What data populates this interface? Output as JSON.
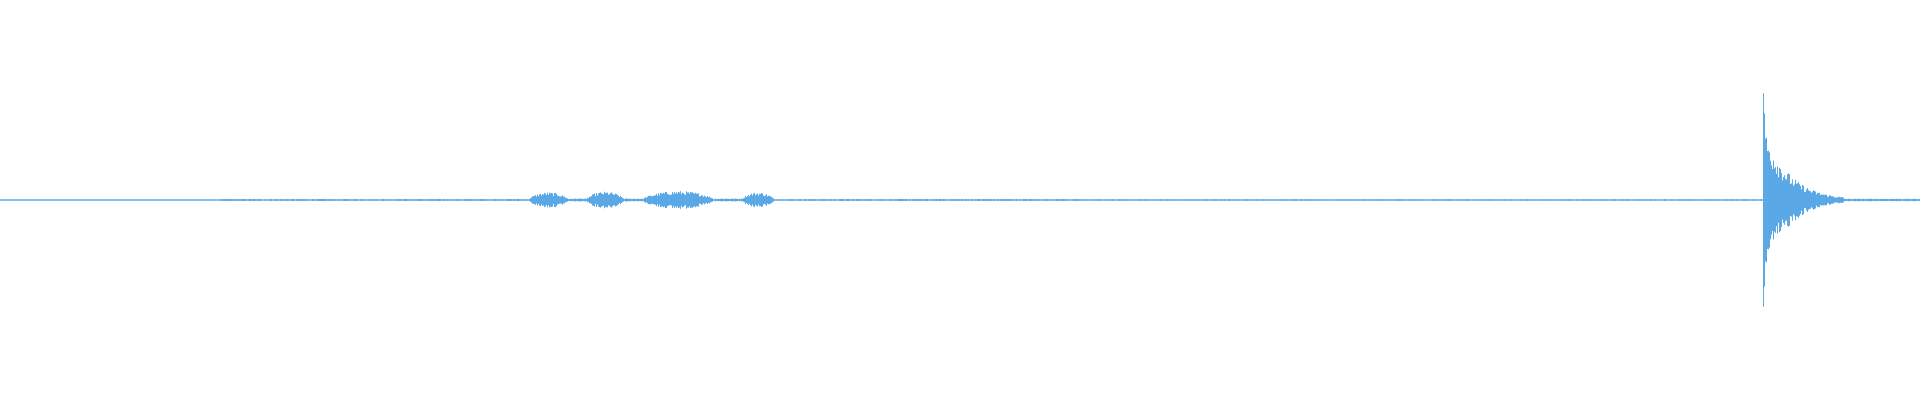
{
  "waveform": {
    "color": "#5aa9e6",
    "background": "#ffffff",
    "amplitude_scale": 1.0,
    "segments": [
      {
        "start": 0.0,
        "end": 0.115,
        "peak": 0.004
      },
      {
        "start": 0.115,
        "end": 0.275,
        "peak": 0.008
      },
      {
        "start": 0.275,
        "end": 0.296,
        "peak": 0.06
      },
      {
        "start": 0.296,
        "end": 0.305,
        "peak": 0.012
      },
      {
        "start": 0.305,
        "end": 0.325,
        "peak": 0.065
      },
      {
        "start": 0.325,
        "end": 0.334,
        "peak": 0.012
      },
      {
        "start": 0.334,
        "end": 0.372,
        "peak": 0.07
      },
      {
        "start": 0.372,
        "end": 0.386,
        "peak": 0.012
      },
      {
        "start": 0.386,
        "end": 0.403,
        "peak": 0.06
      },
      {
        "start": 0.403,
        "end": 0.56,
        "peak": 0.008
      },
      {
        "start": 0.56,
        "end": 0.918,
        "peak": 0.007
      },
      {
        "start": 0.918,
        "end": 0.919,
        "peak": 0.98
      },
      {
        "start": 0.919,
        "end": 0.96,
        "peak": 0.55,
        "decay": true
      },
      {
        "start": 0.96,
        "end": 1.0,
        "peak": 0.01
      }
    ]
  }
}
